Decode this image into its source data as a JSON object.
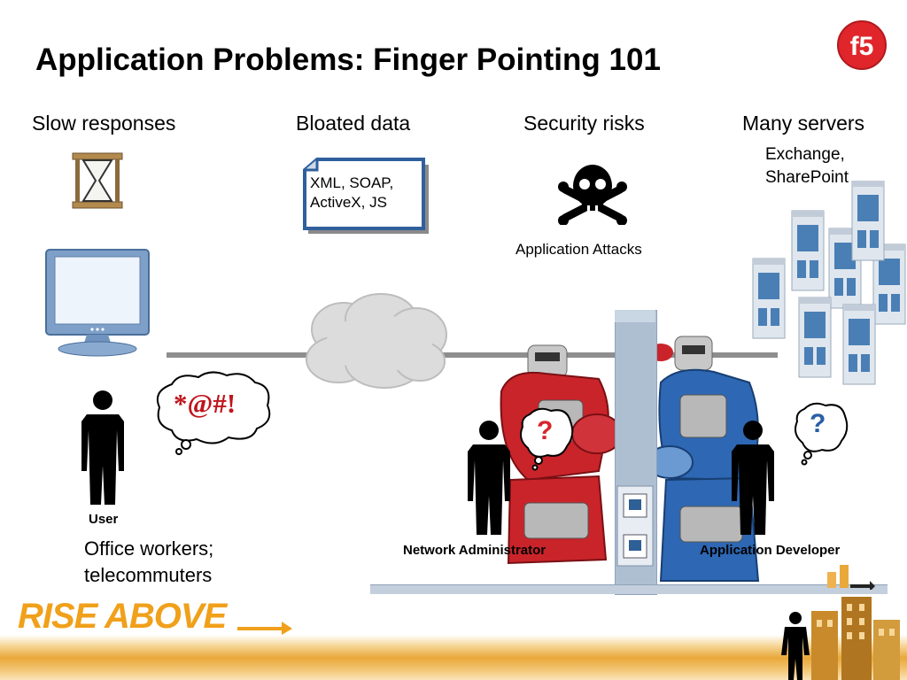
{
  "slide": {
    "title": "Application Problems: Finger Pointing 101"
  },
  "columns": [
    {
      "heading": "Slow responses"
    },
    {
      "heading": "Bloated data",
      "doc_text_line1": "XML, SOAP,",
      "doc_text_line2": "ActiveX, JS"
    },
    {
      "heading": "Security risks",
      "caption": "Application Attacks"
    },
    {
      "heading": "Many servers",
      "sub_line1": "Exchange,",
      "sub_line2": "SharePoint"
    }
  ],
  "people": {
    "user_label": "User",
    "user_desc_line1": "Office workers;",
    "user_desc_line2": "telecommuters",
    "user_bubble": "*@#!",
    "netadmin_label": "Network Administrator",
    "netadmin_bubble": "?",
    "appdev_label": "Application Developer",
    "appdev_bubble": "?"
  },
  "brand": {
    "logo_text": "f5",
    "footer_slogan": "RISE ABOVE",
    "accent": "#e0262b",
    "slogan_color": "#f0a01a"
  }
}
